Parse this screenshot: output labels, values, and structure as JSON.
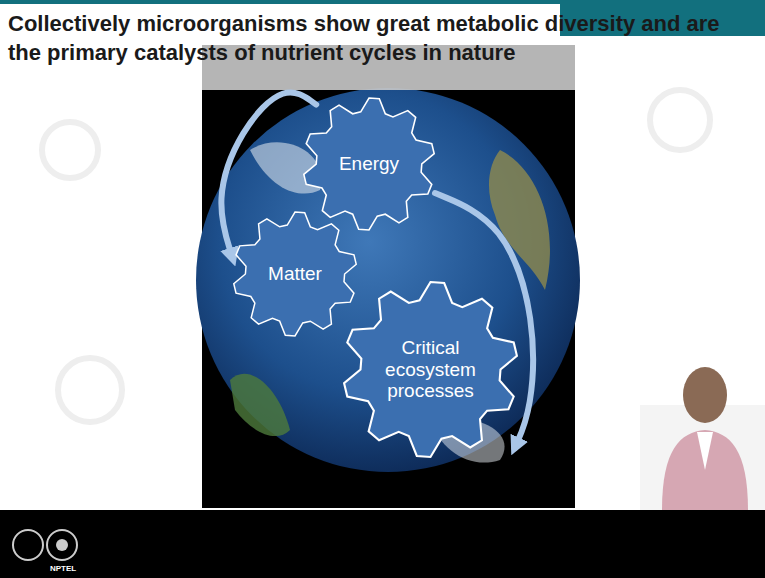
{
  "diagram": {
    "title": "Collectively microorganisms show great metabolic diversity and are the primary catalysts of nutrient cycles in nature",
    "nodes": [
      {
        "text": [
          "Energy"
        ]
      },
      {
        "text": [
          "Matter"
        ]
      },
      {
        "text": [
          "Critical ecosystem processes"
        ]
      }
    ],
    "edges": [
      {
        "from": 0,
        "to": 1,
        "arrow": "to"
      },
      {
        "from": 0,
        "to": 2,
        "arrow": "to"
      }
    ],
    "labels": [
      "NPTEL"
    ]
  }
}
